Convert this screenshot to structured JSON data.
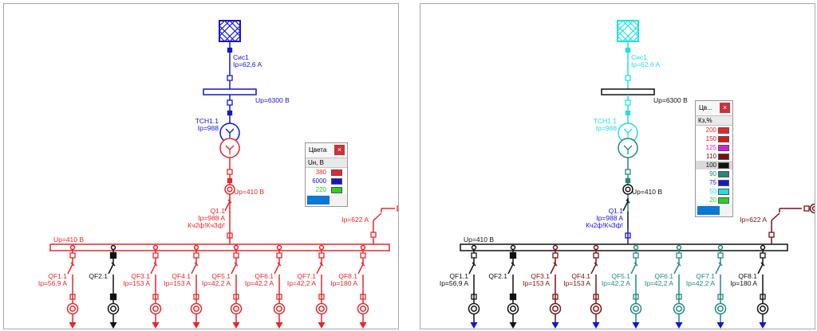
{
  "left": {
    "source_label": "Сис1",
    "source_current": "Ip=62,6 A",
    "hv_bus_voltage": "Up=6300 В",
    "transformer_name": "ТСН1.1",
    "transformer_current": "Ip=988",
    "lv_voltage": "Up=410 В",
    "q_name": "Q1.1",
    "q_current": "Ip=988 A",
    "q_short": "Кч2ф!Кч3ф!",
    "right_feeder_current": "Ip=622 A",
    "bus_voltage": "Up=410 В",
    "feeders": [
      {
        "name": "QF1.1",
        "current": "Ip=56,9 A"
      },
      {
        "name": "QF2.1",
        "current": ""
      },
      {
        "name": "QF3.1",
        "current": "Ip=153 A"
      },
      {
        "name": "QF4.1",
        "current": "Ip=153 A"
      },
      {
        "name": "QF5.1",
        "current": "Ip=42,2 A"
      },
      {
        "name": "QF6.1",
        "current": "Ip=42,2 A"
      },
      {
        "name": "QF7.1",
        "current": "Ip=42,2 A"
      },
      {
        "name": "QF8.1",
        "current": "Ip=180 A"
      }
    ],
    "legend": {
      "title": "Цвета",
      "close": "×",
      "column": "Uн, В",
      "rows": [
        {
          "value": "380",
          "color": "#e8262b"
        },
        {
          "value": "6000",
          "color": "#1515d0"
        },
        {
          "value": "220",
          "color": "#22d422"
        }
      ]
    }
  },
  "right": {
    "source_label": "Сис1",
    "source_current": "Ip=62,6 A",
    "hv_bus_voltage": "Up=6300 В",
    "transformer_name": "ТСН1.1",
    "transformer_current": "Ip=988",
    "lv_voltage": "Up=410 В",
    "q_name": "Q1.1",
    "q_current": "Ip=988 A",
    "q_short": "Кч2ф!Кч3ф!",
    "right_feeder_current": "Ip=622 A",
    "bus_voltage": "Up=410 В",
    "feeders": [
      {
        "name": "QF1.1",
        "current": "Ip=56,9 A"
      },
      {
        "name": "QF2.1",
        "current": ""
      },
      {
        "name": "QF3.1",
        "current": "Ip=153 A"
      },
      {
        "name": "QF4.1",
        "current": "Ip=153 A"
      },
      {
        "name": "QF5.1",
        "current": "Ip=42,2 A"
      },
      {
        "name": "QF6.1",
        "current": "Ip=42,2 A"
      },
      {
        "name": "QF7.1",
        "current": "Ip=42,2 A"
      },
      {
        "name": "QF8.1",
        "current": "Ip=180 A"
      }
    ],
    "legend": {
      "title": "Цв...",
      "close": "×",
      "column": "Кз,%",
      "rows": [
        {
          "value": "200",
          "color": "#e8262b"
        },
        {
          "value": "150",
          "color": "#d41a1a"
        },
        {
          "value": "125",
          "color": "#d81fd8"
        },
        {
          "value": "110",
          "color": "#7a1010"
        },
        {
          "value": "100",
          "color": "#111111"
        },
        {
          "value": "90",
          "color": "#1f8a80"
        },
        {
          "value": "75",
          "color": "#1515d0"
        },
        {
          "value": "50",
          "color": "#22e0e0"
        },
        {
          "value": "20",
          "color": "#22d422"
        }
      ]
    }
  },
  "colors": {
    "hv": "#1515d0",
    "lv": "#e8262b",
    "dead": "#111111",
    "cyan": "#22e0e0",
    "teal": "#1f8a80",
    "maroon": "#7a1010"
  }
}
